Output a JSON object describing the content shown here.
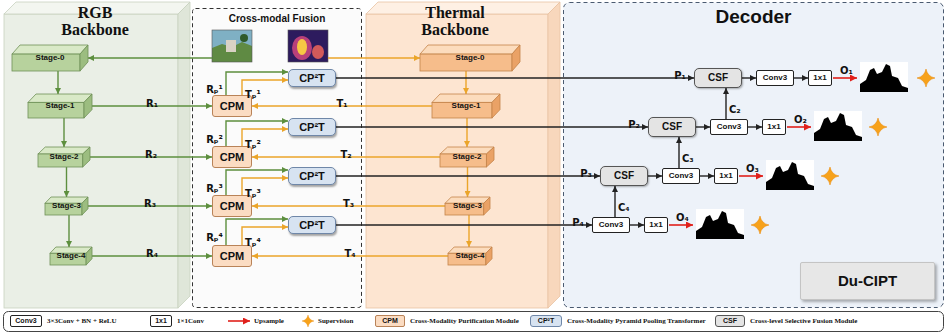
{
  "diagram": {
    "nodes": [
      {
        "text": [
          "RGB Backbone"
        ]
      },
      {
        "text": [
          "Stage-0"
        ],
        "in": 0
      },
      {
        "text": [
          "Stage-1"
        ],
        "in": 0
      },
      {
        "text": [
          "Stage-2"
        ],
        "in": 0
      },
      {
        "text": [
          "Stage-3"
        ],
        "in": 0
      },
      {
        "text": [
          "Stage-4"
        ],
        "in": 0
      },
      {
        "text": [
          "Cross-modal Fusion"
        ]
      },
      {
        "text": [
          "CP²T"
        ],
        "in": 6
      },
      {
        "text": [
          "CPM"
        ],
        "in": 6
      },
      {
        "text": [
          "CP²T"
        ],
        "in": 6
      },
      {
        "text": [
          "CPM"
        ],
        "in": 6
      },
      {
        "text": [
          "CP²T"
        ],
        "in": 6
      },
      {
        "text": [
          "CPM"
        ],
        "in": 6
      },
      {
        "text": [
          "CP²T"
        ],
        "in": 6
      },
      {
        "text": [
          "CPM"
        ],
        "in": 6
      },
      {
        "text": [
          "Thermal Backbone"
        ]
      },
      {
        "text": [
          "Stage-0"
        ],
        "in": 15
      },
      {
        "text": [
          "Stage-1"
        ],
        "in": 15
      },
      {
        "text": [
          "Stage-2"
        ],
        "in": 15
      },
      {
        "text": [
          "Stage-3"
        ],
        "in": 15
      },
      {
        "text": [
          "Stage-4"
        ],
        "in": 15
      },
      {
        "text": [
          "Decoder"
        ]
      },
      {
        "text": [
          "CSF"
        ],
        "in": 21
      },
      {
        "text": [
          "Conv3"
        ],
        "in": 21
      },
      {
        "text": [
          "1x1"
        ],
        "in": 21
      },
      {
        "text": [
          "CSF"
        ],
        "in": 21
      },
      {
        "text": [
          "Conv3"
        ],
        "in": 21
      },
      {
        "text": [
          "1x1"
        ],
        "in": 21
      },
      {
        "text": [
          "CSF"
        ],
        "in": 21
      },
      {
        "text": [
          "Conv3"
        ],
        "in": 21
      },
      {
        "text": [
          "1x1"
        ],
        "in": 21
      },
      {
        "text": [
          "Conv3"
        ],
        "in": 21
      },
      {
        "text": [
          "1x1"
        ],
        "in": 21
      },
      {
        "text": [
          "Du-CIPT"
        ],
        "in": 21
      },
      {
        "text": [
          "Conv3"
        ]
      },
      {
        "text": [
          "1x1"
        ]
      },
      {
        "text": [
          "CPM"
        ]
      },
      {
        "text": [
          "CP²T"
        ]
      },
      {
        "text": [
          "CSF"
        ]
      }
    ],
    "edges": [
      {
        "from": 1,
        "to": 2,
        "arrow": "to"
      },
      {
        "from": 2,
        "to": 3,
        "arrow": "to"
      },
      {
        "from": 3,
        "to": 4,
        "arrow": "to"
      },
      {
        "from": 4,
        "to": 5,
        "arrow": "to"
      },
      {
        "from": 16,
        "to": 17,
        "arrow": "to"
      },
      {
        "from": 17,
        "to": 18,
        "arrow": "to"
      },
      {
        "from": 18,
        "to": 19,
        "arrow": "to"
      },
      {
        "from": 19,
        "to": 20,
        "arrow": "to"
      },
      {
        "from": 2,
        "to": 8,
        "label": "R₁",
        "arrow": "to"
      },
      {
        "from": 17,
        "to": 8,
        "label": "T₁",
        "arrow": "to"
      },
      {
        "from": 3,
        "to": 10,
        "label": "R₂",
        "arrow": "to"
      },
      {
        "from": 18,
        "to": 10,
        "label": "T₂",
        "arrow": "to"
      },
      {
        "from": 4,
        "to": 12,
        "label": "R₃",
        "arrow": "to"
      },
      {
        "from": 19,
        "to": 12,
        "label": "T₃",
        "arrow": "to"
      },
      {
        "from": 5,
        "to": 14,
        "label": "R₄",
        "arrow": "to"
      },
      {
        "from": 20,
        "to": 14,
        "label": "T₄",
        "arrow": "to"
      },
      {
        "from": 8,
        "to": 7,
        "label": "Rₚ¹",
        "arrow": "to"
      },
      {
        "from": 8,
        "to": 7,
        "label": "Tₚ¹",
        "arrow": "to"
      },
      {
        "from": 10,
        "to": 9,
        "label": "Rₚ²",
        "arrow": "to"
      },
      {
        "from": 10,
        "to": 9,
        "label": "Tₚ²",
        "arrow": "to"
      },
      {
        "from": 12,
        "to": 11,
        "label": "Rₚ³",
        "arrow": "to"
      },
      {
        "from": 12,
        "to": 11,
        "label": "Tₚ³",
        "arrow": "to"
      },
      {
        "from": 14,
        "to": 13,
        "label": "Rₚ⁴",
        "arrow": "to"
      },
      {
        "from": 14,
        "to": 13,
        "label": "Tₚ⁴",
        "arrow": "to"
      },
      {
        "from": 7,
        "to": 22,
        "label": "P₁",
        "arrow": "to"
      },
      {
        "from": 9,
        "to": 25,
        "label": "P₂",
        "arrow": "to"
      },
      {
        "from": 11,
        "to": 28,
        "label": "P₃",
        "arrow": "to"
      },
      {
        "from": 13,
        "to": 31,
        "label": "P₄",
        "arrow": "to"
      },
      {
        "from": 22,
        "to": 23,
        "arrow": "to"
      },
      {
        "from": 23,
        "to": 24,
        "arrow": "to"
      },
      {
        "from": 25,
        "to": 26,
        "arrow": "to"
      },
      {
        "from": 26,
        "to": 27,
        "arrow": "to"
      },
      {
        "from": 26,
        "to": 22,
        "label": "C₂",
        "arrow": "to"
      },
      {
        "from": 28,
        "to": 29,
        "arrow": "to"
      },
      {
        "from": 29,
        "to": 30,
        "arrow": "to"
      },
      {
        "from": 29,
        "to": 25,
        "label": "C₃",
        "arrow": "to"
      },
      {
        "from": 31,
        "to": 32,
        "arrow": "to"
      },
      {
        "from": 31,
        "to": 28,
        "label": "C₄",
        "arrow": "to"
      }
    ],
    "labels": [
      "O₁",
      "O₂",
      "O₃",
      "O₄"
    ],
    "legend": [
      {
        "text": "3×3Conv + BN + ReLU"
      },
      {
        "text": "1×1Conv"
      },
      {
        "text": "Upsample"
      },
      {
        "text": "Supervision"
      },
      {
        "text": "Cross-Modality Purification Module"
      },
      {
        "text": "Cross-Modality Pyramid Pooling Transformer"
      },
      {
        "text": "Cross-level Selective Fusion Module"
      }
    ]
  }
}
